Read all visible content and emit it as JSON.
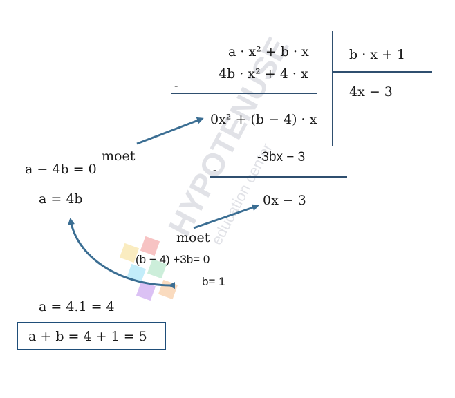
{
  "colors": {
    "line": "#2f4f6f",
    "arrow": "#3b6e93",
    "box": "#1f4e79",
    "watermark": "#c9ccd4"
  },
  "watermark": {
    "brand": "HYPOTENUSE",
    "tagline": "education center",
    "logo_icon": "colorful-cube-logo-icon"
  },
  "division": {
    "dividend": "a · x² + b · x",
    "divisor": "b · x + 1",
    "subtract_1": "4b · x² + 4 · x",
    "quotient": "4x − 3",
    "minus_1": "-",
    "remainder_1": "0x² + (b − 4) · x",
    "subtract_2": "-3bx − 3",
    "minus_2": "-",
    "remainder_2": "0x − 3"
  },
  "steps": {
    "eq1": "a − 4b = 0",
    "moet_1": "moet",
    "eq2": "a = 4b",
    "moet_2": "moet",
    "eq3": "(b − 4) +3b= 0",
    "eq4": "b= 1",
    "eq5": "a = 4.1 = 4",
    "answer": "a + b  = 4 + 1 = 5"
  }
}
